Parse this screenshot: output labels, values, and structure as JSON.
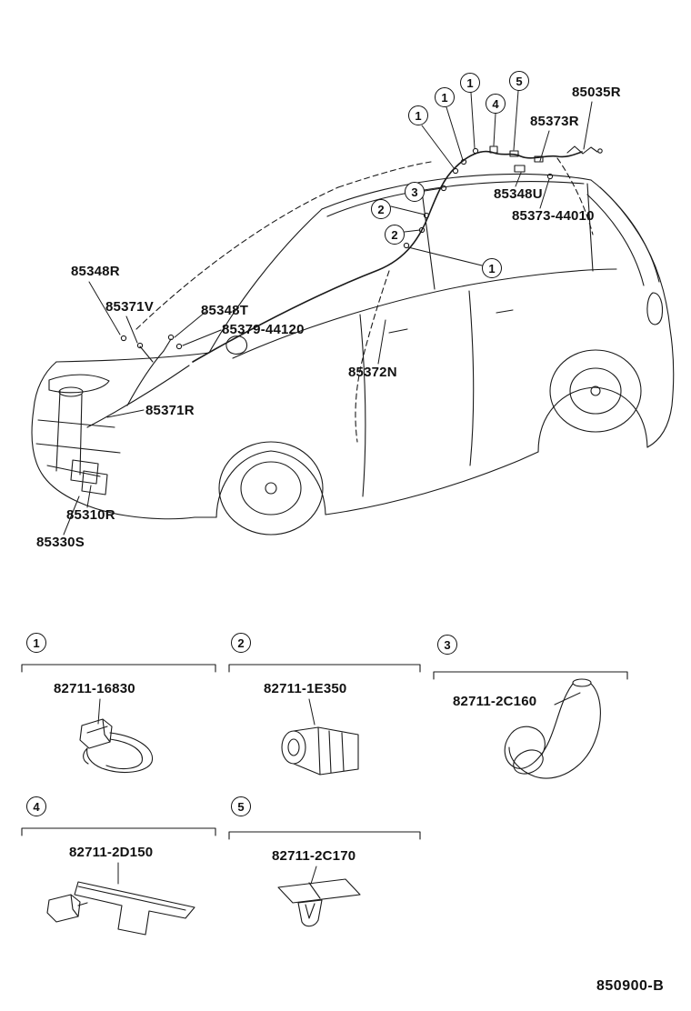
{
  "page": {
    "footer_code": "850900-B"
  },
  "main_diagram": {
    "description": "windshield washer hose routing on hatchback body",
    "part_labels": [
      {
        "text": "85035R"
      },
      {
        "text": "85373R"
      },
      {
        "text": "85348U"
      },
      {
        "text": "85373-44010"
      },
      {
        "text": "85348R"
      },
      {
        "text": "85371V"
      },
      {
        "text": "85348T"
      },
      {
        "text": "85379-44120"
      },
      {
        "text": "85372N"
      },
      {
        "text": "85371R"
      },
      {
        "text": "85310R"
      },
      {
        "text": "85330S"
      }
    ],
    "callouts": [
      {
        "number": "1"
      },
      {
        "number": "1"
      },
      {
        "number": "1"
      },
      {
        "number": "4"
      },
      {
        "number": "5"
      },
      {
        "number": "3"
      },
      {
        "number": "2"
      },
      {
        "number": "2"
      },
      {
        "number": "1"
      }
    ]
  },
  "details": [
    {
      "callout": "1",
      "part_number": "82711-16830"
    },
    {
      "callout": "2",
      "part_number": "82711-1E350"
    },
    {
      "callout": "3",
      "part_number": "82711-2C160"
    },
    {
      "callout": "4",
      "part_number": "82711-2D150"
    },
    {
      "callout": "5",
      "part_number": "82711-2C170"
    }
  ]
}
